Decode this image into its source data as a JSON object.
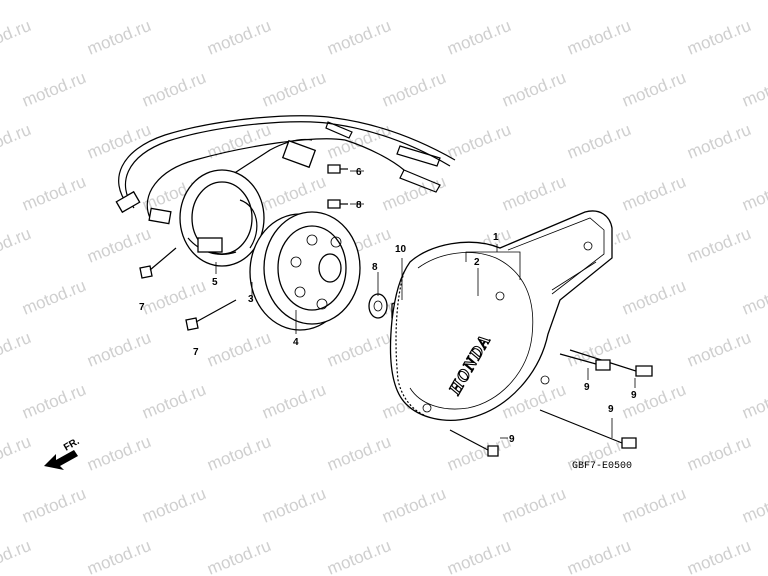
{
  "watermark": "motod.ru",
  "diagram_code": "GBF7-E0500",
  "brand": "HONDA",
  "front_marker": "FR.",
  "callouts": {
    "c1": "1",
    "c2": "2",
    "c3": "3",
    "c4": "4",
    "c5": "5",
    "c6": "6",
    "c7a": "7",
    "c7b": "7",
    "c8a": "8",
    "c8b": "8",
    "c9a": "9",
    "c9b": "9",
    "c9c": "9",
    "c9d": "9",
    "c10": "10"
  }
}
